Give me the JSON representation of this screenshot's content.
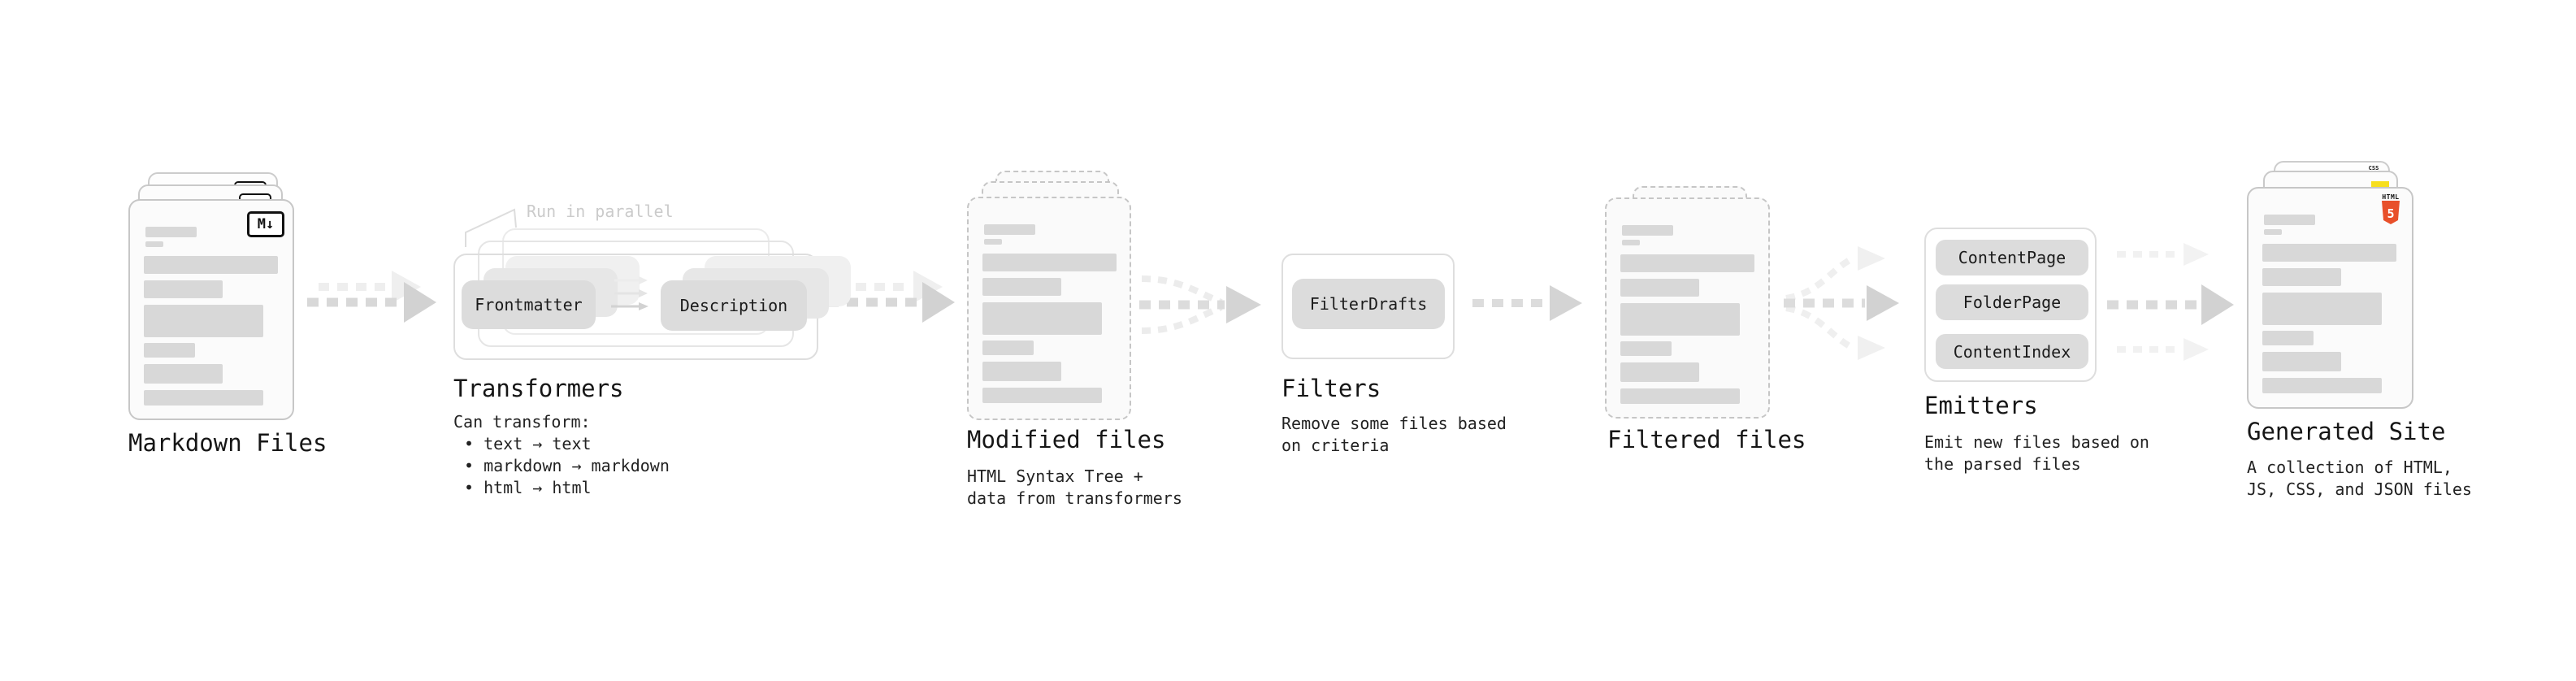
{
  "stages": {
    "markdown_files": {
      "title": "Markdown Files",
      "badge": "M↓"
    },
    "transformers": {
      "title": "Transformers",
      "note": "Run in parallel",
      "pill_frontmatter": "Frontmatter",
      "pill_description": "Description",
      "body": [
        "Can transform:",
        "• text → text",
        "• markdown → markdown",
        "• html → html"
      ]
    },
    "modified_files": {
      "title": "Modified files",
      "body": [
        "HTML Syntax Tree +",
        "data from transformers"
      ]
    },
    "filters": {
      "title": "Filters",
      "pill": "FilterDrafts",
      "body": [
        "Remove some files based",
        "on criteria"
      ]
    },
    "filtered_files": {
      "title": "Filtered files"
    },
    "emitters": {
      "title": "Emitters",
      "pills": [
        "ContentPage",
        "FolderPage",
        "ContentIndex"
      ],
      "body": [
        "Emit new files based on",
        "the parsed files"
      ]
    },
    "generated_site": {
      "title": "Generated Site",
      "body": [
        "A collection of HTML,",
        "JS, CSS, and JSON files"
      ],
      "css_badge": "CSS",
      "html_badge": {
        "label": "HTML",
        "number": "5"
      }
    }
  },
  "colors": {
    "html5_orange": "#e8502a",
    "js_yellow": "#f7df1e",
    "css_blue": "#2965f1",
    "bar_gray": "#d8d8d8",
    "arrow_gray": "#d2d2d2"
  }
}
